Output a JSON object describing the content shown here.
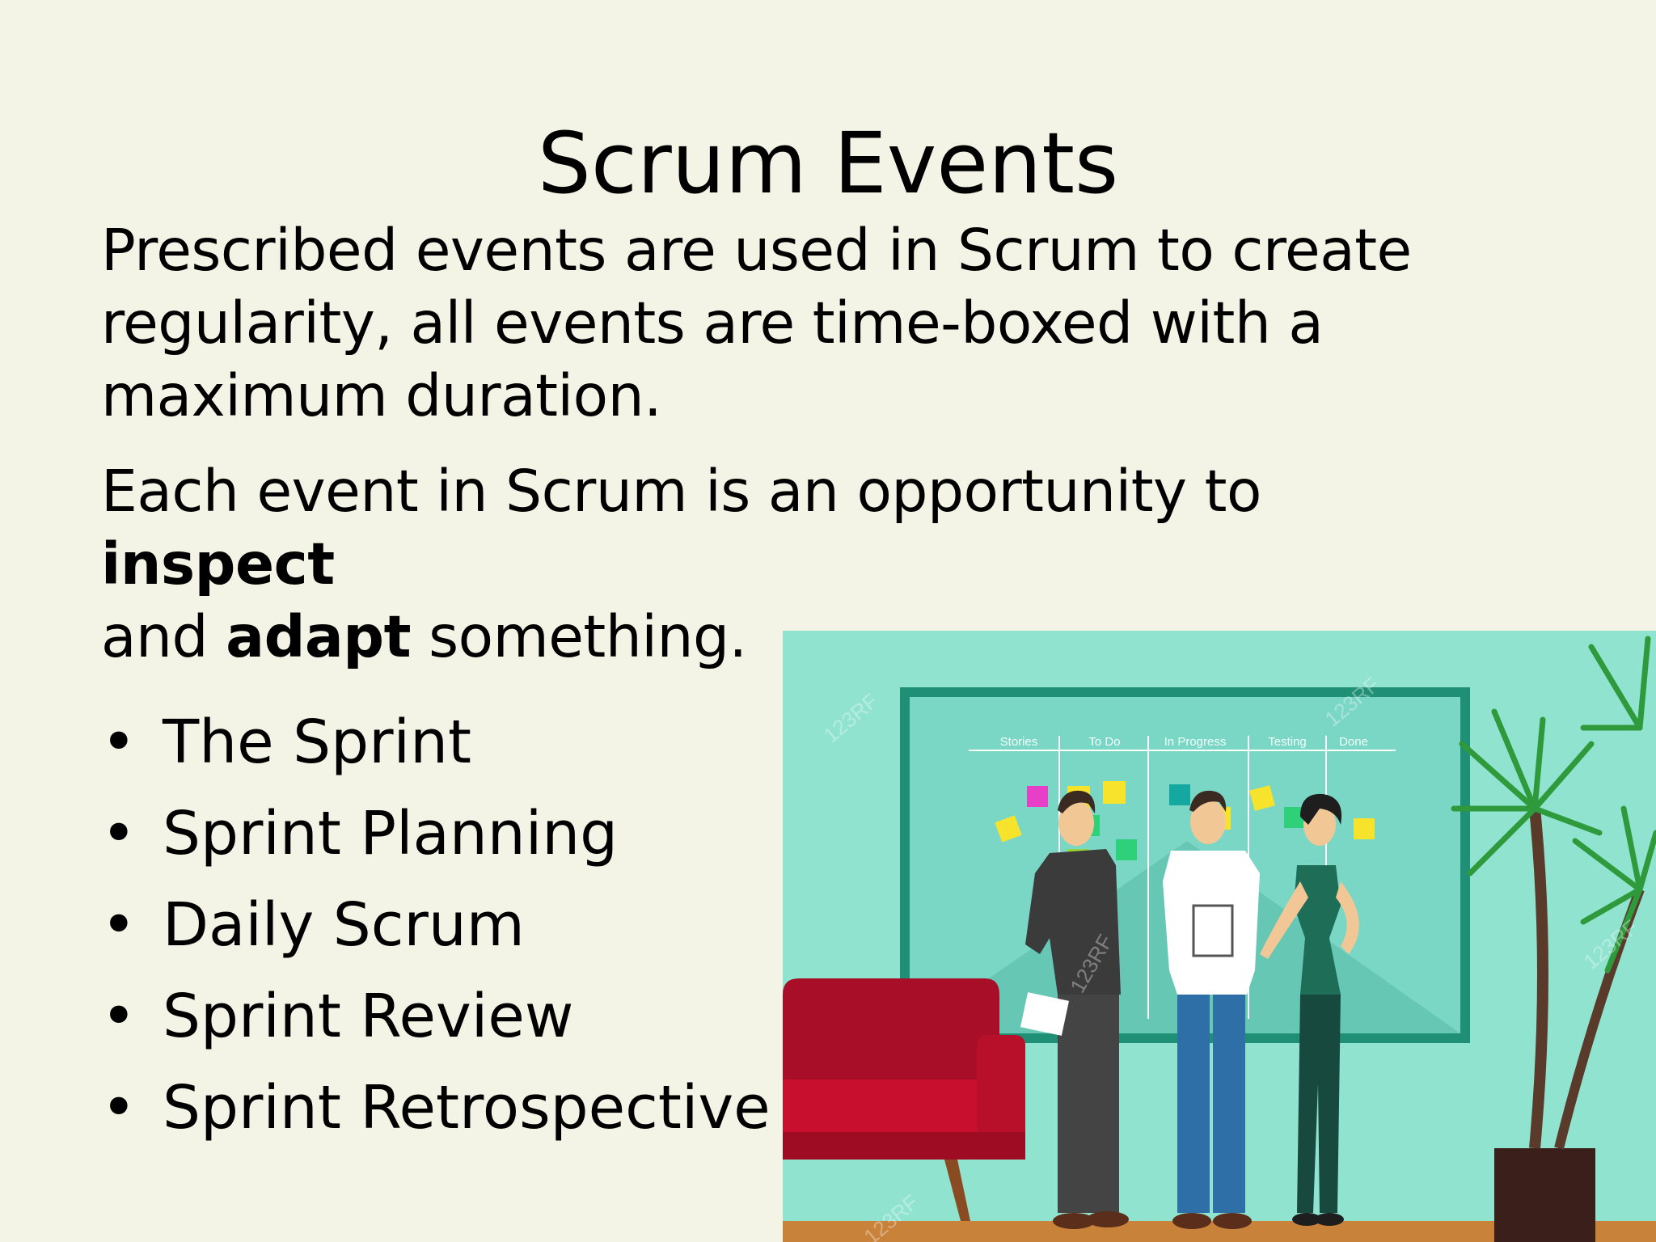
{
  "slide": {
    "title": "Scrum Events",
    "paragraph1": "Prescribed events are used in Scrum to create regularity, all events are time-boxed with a maximum duration.",
    "paragraph2": {
      "part1": "Each event in Scrum is an opportunity to ",
      "bold1": "inspect",
      "part2": " and ",
      "bold2": "adapt",
      "part3": " something."
    },
    "bullet_symbol": "•",
    "bullets": [
      "The Sprint",
      "Sprint Planning",
      "Daily Scrum",
      "Sprint Review",
      "Sprint Retrospective"
    ]
  },
  "illustration": {
    "board_columns": [
      "Stories",
      "To Do",
      "In Progress",
      "Testing",
      "Done"
    ],
    "watermark": "123RF",
    "colors": {
      "wall": "#8fe3cf",
      "board_frame": "#1f8f75",
      "board_fill": "#6fd0c0",
      "chair": "#c8102e",
      "floor": "#c8823a",
      "plant": "#2e9a3c"
    }
  }
}
